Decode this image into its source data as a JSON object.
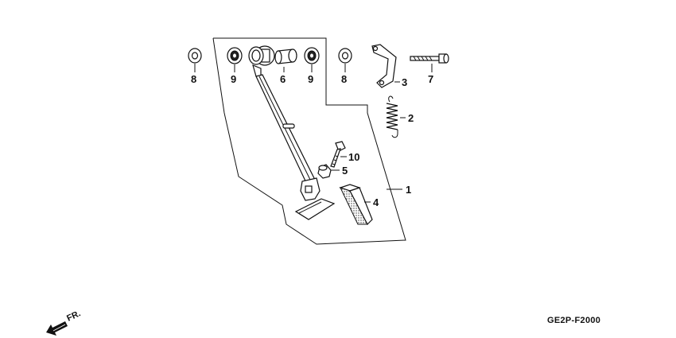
{
  "diagram": {
    "callouts": [
      {
        "id": "1",
        "label": "1"
      },
      {
        "id": "2",
        "label": "2"
      },
      {
        "id": "3",
        "label": "3"
      },
      {
        "id": "4",
        "label": "4"
      },
      {
        "id": "5",
        "label": "5"
      },
      {
        "id": "6",
        "label": "6"
      },
      {
        "id": "7",
        "label": "7"
      },
      {
        "id": "8a",
        "label": "8"
      },
      {
        "id": "8b",
        "label": "8"
      },
      {
        "id": "9a",
        "label": "9"
      },
      {
        "id": "9b",
        "label": "9"
      },
      {
        "id": "10",
        "label": "10"
      }
    ],
    "front_marker": "FR.",
    "diagram_code": "GE2P-F2000"
  }
}
